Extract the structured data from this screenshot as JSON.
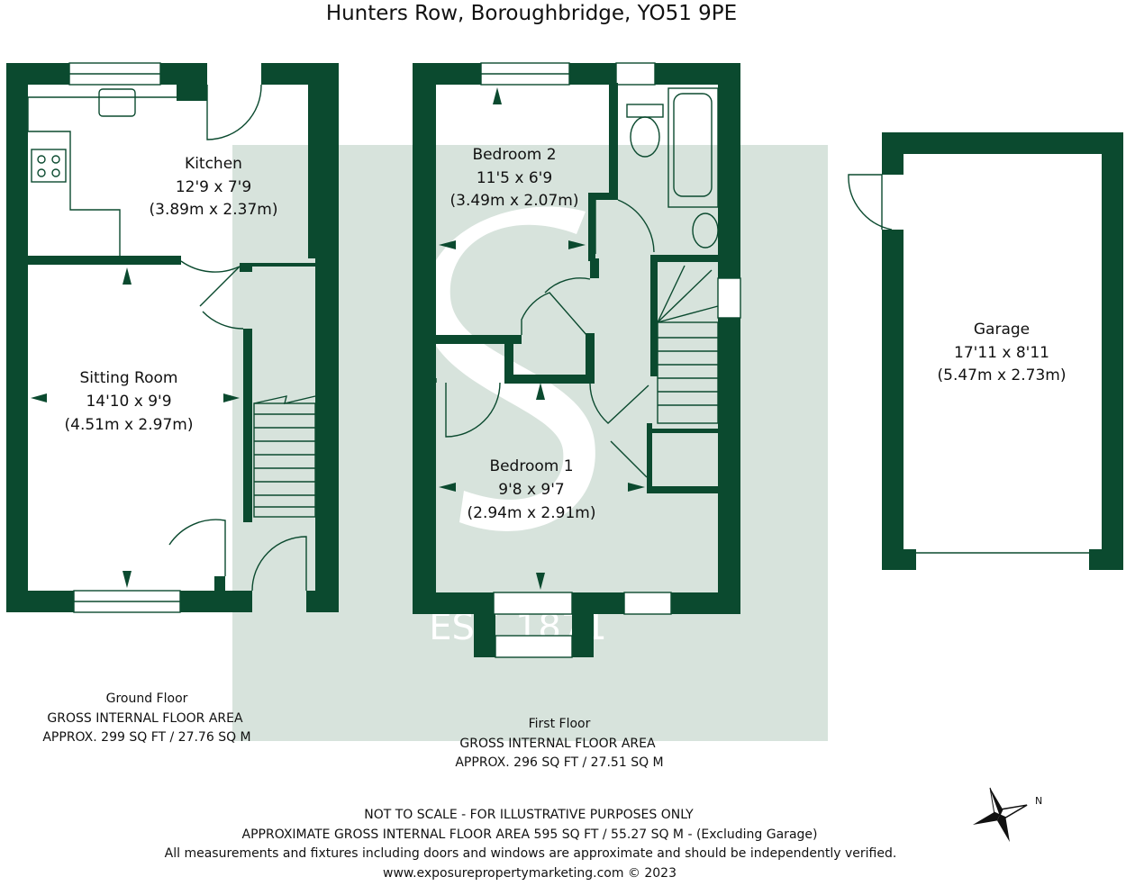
{
  "title": "Hunters Row, Boroughbridge, YO51 9PE",
  "rooms": {
    "kitchen": {
      "name": "Kitchen",
      "imperial": "12'9 x 7'9",
      "metric": "(3.89m x 2.37m)"
    },
    "sitting": {
      "name": "Sitting Room",
      "imperial": "14'10 x 9'9",
      "metric": "(4.51m x 2.97m)"
    },
    "bedroom2": {
      "name": "Bedroom 2",
      "imperial": "11'5 x 6'9",
      "metric": "(3.49m x 2.07m)"
    },
    "bedroom1": {
      "name": "Bedroom 1",
      "imperial": "9'8 x 9'7",
      "metric": "(2.94m x 2.91m)"
    },
    "garage": {
      "name": "Garage",
      "imperial": "17'11 x 8'11",
      "metric": "(5.47m x 2.73m)"
    }
  },
  "floors": {
    "ground": {
      "name": "Ground Floor",
      "gia": "GROSS INTERNAL FLOOR AREA",
      "approx": "APPROX. 299 SQ FT / 27.76 SQ M"
    },
    "first": {
      "name": "First Floor",
      "gia": "GROSS INTERNAL FLOOR AREA",
      "approx": "APPROX. 296 SQ FT / 27.51 SQ M"
    }
  },
  "watermark": {
    "text": "EST. 1871"
  },
  "footer": {
    "line1": "NOT TO SCALE - FOR ILLUSTRATIVE PURPOSES ONLY",
    "line2": "APPROXIMATE GROSS INTERNAL FLOOR AREA 595 SQ FT / 55.27 SQ M - (Excluding Garage)",
    "line3": "All measurements and fixtures including doors and windows are approximate and should be independently verified.",
    "line4": "www.exposurepropertymarketing.com © 2023"
  },
  "compass": {
    "label": "N"
  },
  "colors": {
    "wall": "#0b4a2f",
    "watermark": "#c9d8d0"
  }
}
